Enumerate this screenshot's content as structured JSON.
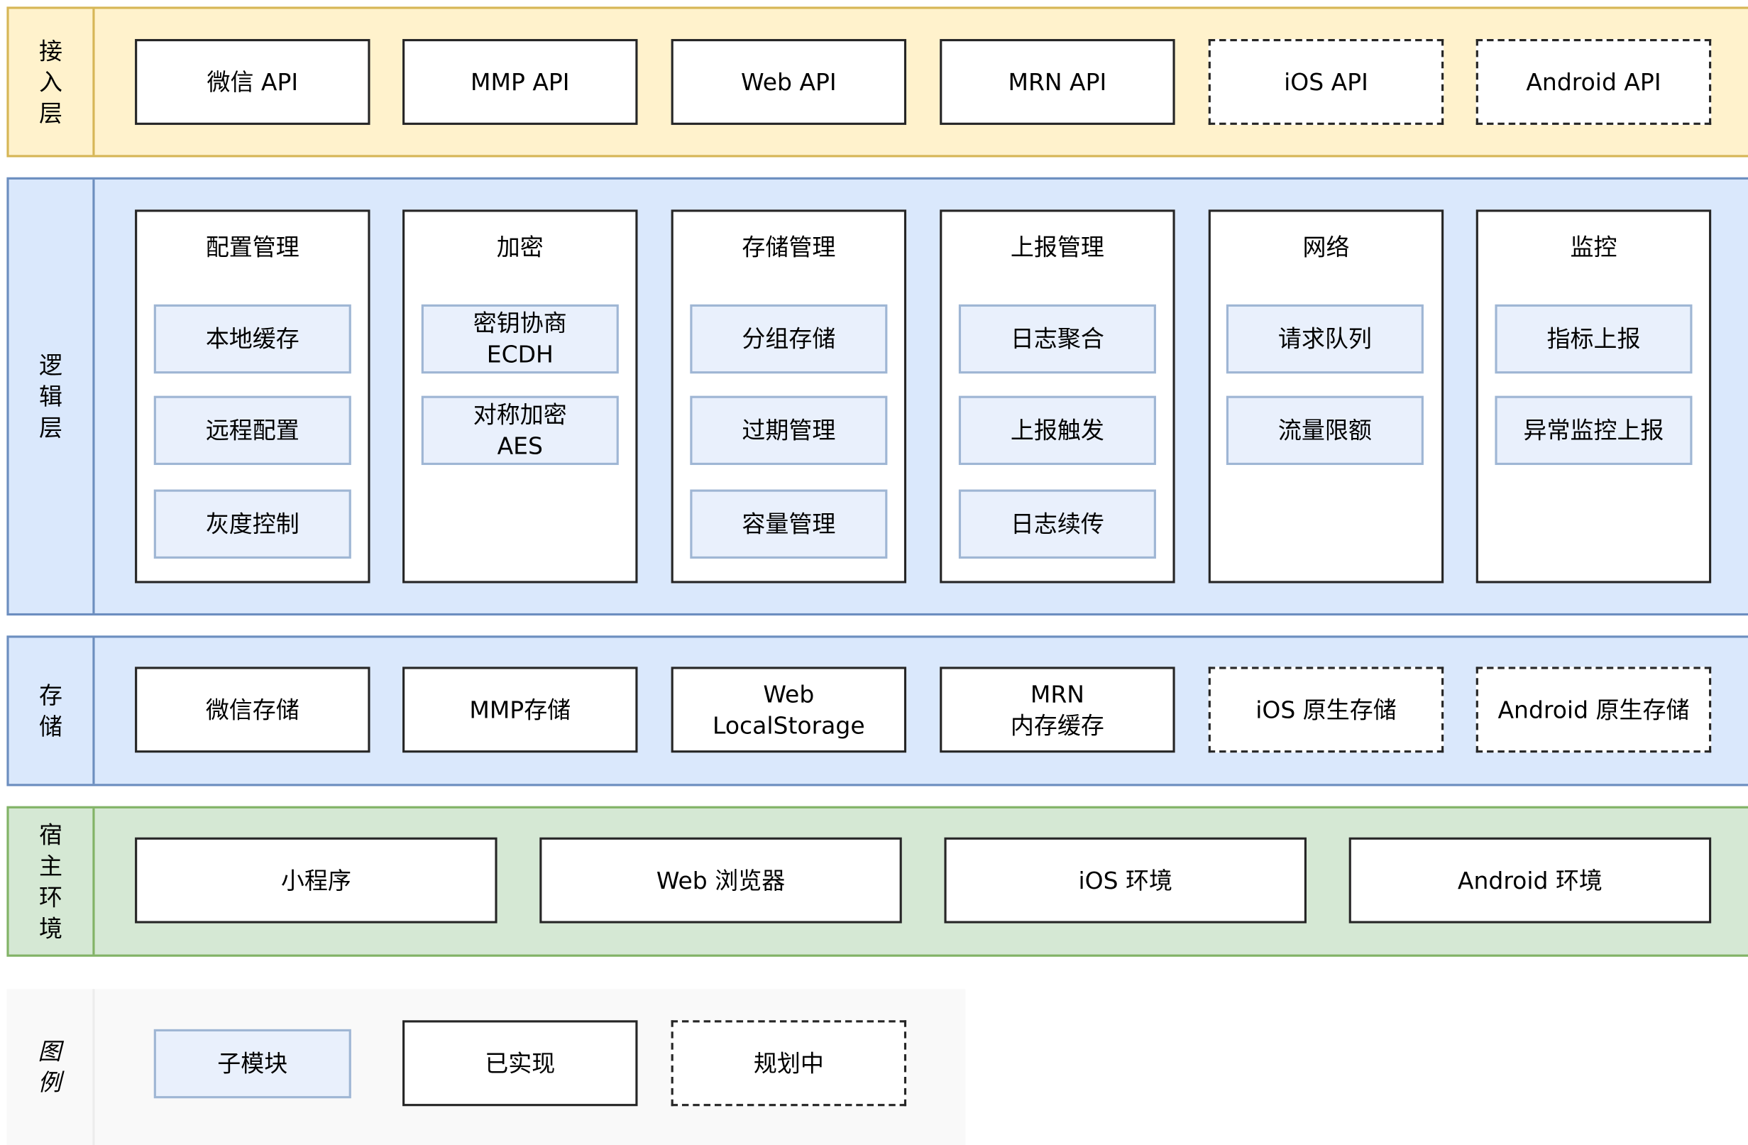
{
  "layers": {
    "access": {
      "label": "接入层",
      "items": [
        {
          "text": "微信 API",
          "status": "implemented"
        },
        {
          "text": "MMP API",
          "status": "implemented"
        },
        {
          "text": "Web API",
          "status": "implemented"
        },
        {
          "text": "MRN API",
          "status": "implemented"
        },
        {
          "text": "iOS API",
          "status": "planned"
        },
        {
          "text": "Android API",
          "status": "planned"
        }
      ]
    },
    "logic": {
      "label": "逻辑层",
      "groups": [
        {
          "title": "配置管理",
          "submodules": [
            "本地缓存",
            "远程配置",
            "灰度控制"
          ]
        },
        {
          "title": "加密",
          "submodules": [
            "密钥协商\nECDH",
            "对称加密\nAES"
          ]
        },
        {
          "title": "存储管理",
          "submodules": [
            "分组存储",
            "过期管理",
            "容量管理"
          ]
        },
        {
          "title": "上报管理",
          "submodules": [
            "日志聚合",
            "上报触发",
            "日志续传"
          ]
        },
        {
          "title": "网络",
          "submodules": [
            "请求队列",
            "流量限额"
          ]
        },
        {
          "title": "监控",
          "submodules": [
            "指标上报",
            "异常监控上报"
          ]
        }
      ]
    },
    "storage": {
      "label": "存储",
      "items": [
        {
          "text": "微信存储",
          "status": "implemented"
        },
        {
          "text": "MMP存储",
          "status": "implemented"
        },
        {
          "text": "Web\nLocalStorage",
          "status": "implemented"
        },
        {
          "text": "MRN\n内存缓存",
          "status": "implemented"
        },
        {
          "text": "iOS 原生存储",
          "status": "planned"
        },
        {
          "text": "Android 原生存储",
          "status": "planned"
        }
      ]
    },
    "host": {
      "label": "宿主环境",
      "items": [
        {
          "text": "小程序",
          "status": "implemented"
        },
        {
          "text": "Web 浏览器",
          "status": "implemented"
        },
        {
          "text": "iOS 环境",
          "status": "implemented"
        },
        {
          "text": "Android 环境",
          "status": "implemented"
        }
      ]
    }
  },
  "legend": {
    "label": "图例",
    "submodule": "子模块",
    "implemented": "已实现",
    "planned": "规划中"
  },
  "colors": {
    "access_bg": "#fff2cc",
    "access_border": "#d6b656",
    "logic_bg": "#dae8fc",
    "logic_border": "#6c8ebf",
    "host_bg": "#d5e8d4",
    "host_border": "#82b366",
    "legend_bg": "#f9f9f9",
    "submodule_bg": "#e9f0fc"
  }
}
